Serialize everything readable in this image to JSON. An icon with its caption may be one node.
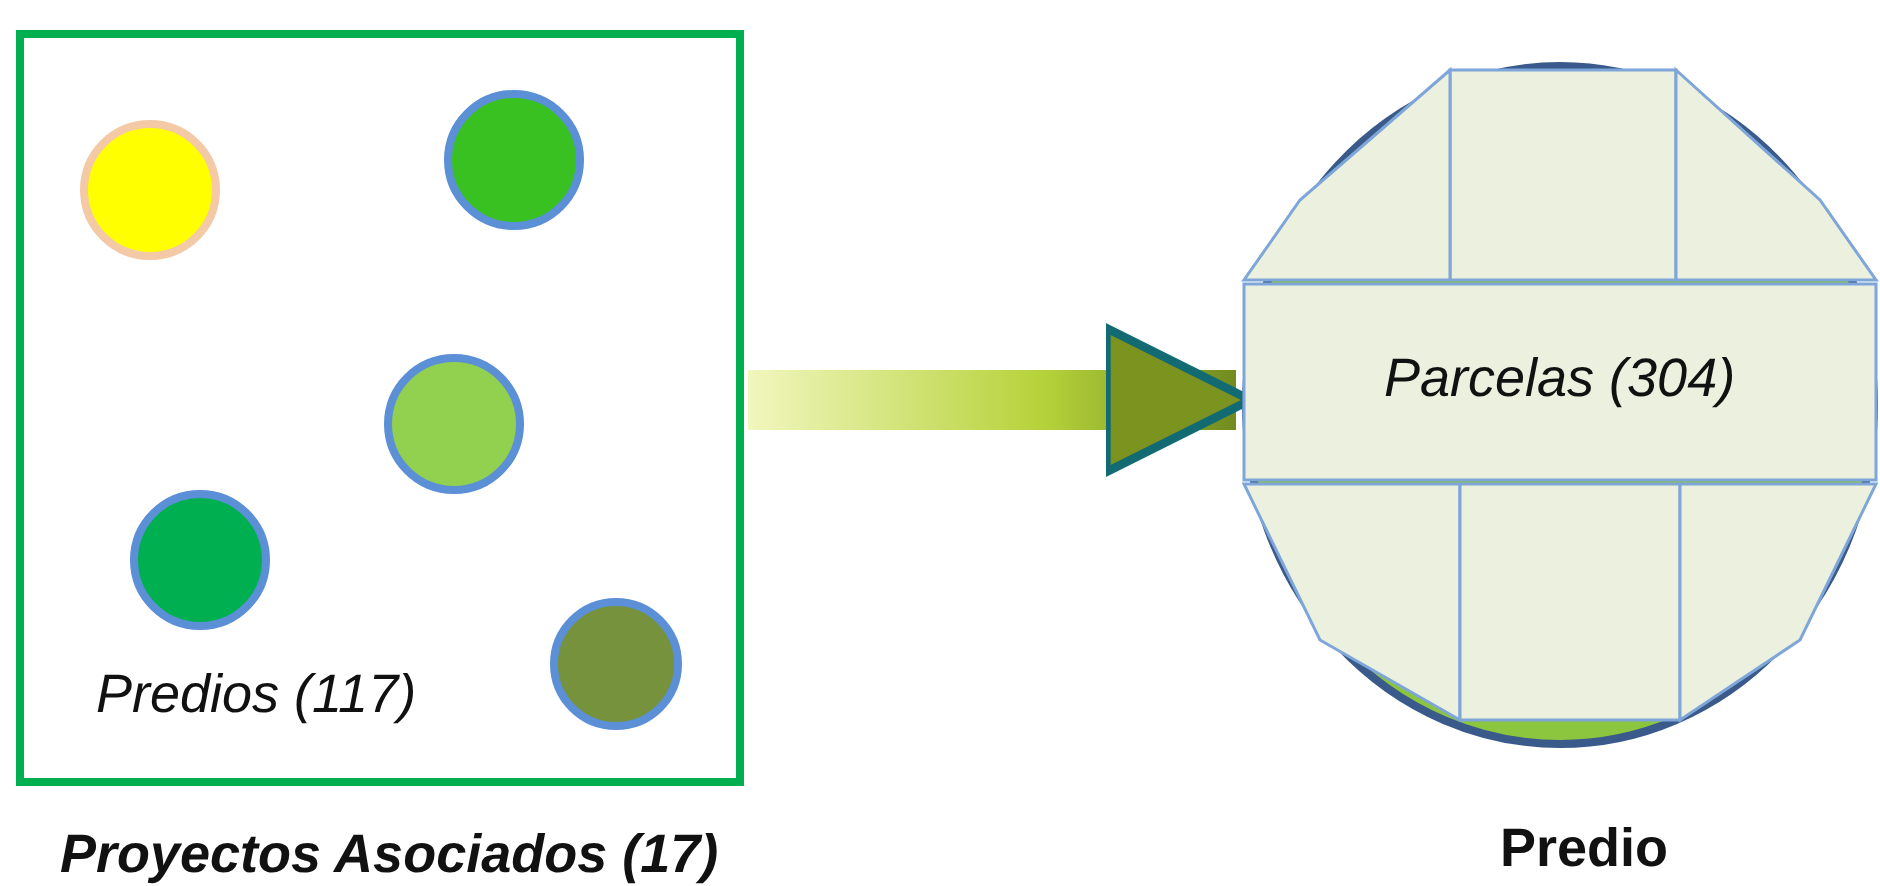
{
  "diagram": {
    "nodes": [
      {
        "text": [
          "Predios (117)",
          "Proyectos Asociados (17)"
        ]
      },
      {
        "text": [],
        "shape": "circle",
        "in": 0
      },
      {
        "text": [],
        "shape": "circle",
        "in": 0
      },
      {
        "text": [],
        "shape": "circle",
        "in": 0
      },
      {
        "text": [],
        "shape": "circle",
        "in": 0
      },
      {
        "text": [],
        "shape": "circle",
        "in": 0
      },
      {
        "text": [
          "Parcelas (304)",
          "Predio"
        ]
      }
    ],
    "edges": [
      {
        "from": 0,
        "to": 6,
        "arrow": "to"
      }
    ]
  }
}
